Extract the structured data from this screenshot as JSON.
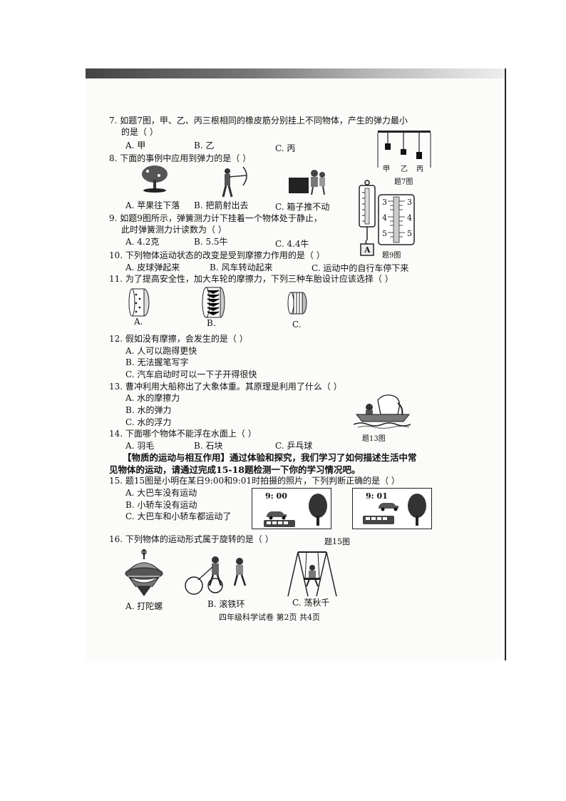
{
  "page": {
    "footer": "四年级科学试卷  第2页  共4页"
  },
  "q7": {
    "stem1": "7. 如题7图，甲、乙、丙三根相同的橡皮筋分别挂上不同物体，产生的弹力最小",
    "stem2": "的是（     ）",
    "a": "A. 甲",
    "b": "B. 乙",
    "c": "C. 丙",
    "fig_labels": [
      "甲",
      "乙",
      "丙"
    ],
    "caption": "题7图"
  },
  "q8": {
    "stem": "8. 下面的事例中应用到弹力的是（     ）",
    "a": "A. 苹果往下落",
    "b": "B. 把箭射出去",
    "c": "C. 箱子推不动"
  },
  "q9": {
    "stem1": "9. 如题9图所示，弹簧测力计下挂着一个物体处于静止，",
    "stem2": "此时弹簧测力计读数为（     ）",
    "a": "A. 4.2克",
    "b": "B. 5.5牛",
    "c": "C. 4.4牛",
    "weight_label": "A",
    "scale_numbers": [
      "3",
      "4",
      "5"
    ],
    "caption": "题9图"
  },
  "q10": {
    "stem": "10. 下列物体运动状态的改变是受到摩擦力作用的是（     ）",
    "a": "A. 皮球弹起来",
    "b": "B. 风车转动起来",
    "c": "C. 运动中的自行车停下来"
  },
  "q11": {
    "stem": "11. 为了提高安全性，加大车轮的摩擦力，下列三种车胎设计应该选择（     ）",
    "a": "A.",
    "b": "B.",
    "c": "C."
  },
  "q12": {
    "stem": "12. 假如没有摩擦，会发生的是（     ）",
    "a": "A. 人可以跑得更快",
    "b": "B. 无法握笔写字",
    "c": "C. 汽车启动时可以一下子开得很快"
  },
  "q13": {
    "stem": "13. 曹冲利用大船称出了大象体重。其原理是利用了什么（     ）",
    "a": "A. 水的摩擦力",
    "b": "B. 水的弹力",
    "c": "C. 水的浮力",
    "caption": "题13图"
  },
  "q14": {
    "stem": "14. 下面哪个物体不能浮在水面上（     ）",
    "a": "A. 羽毛",
    "b": "B. 石块",
    "c": "C. 乒乓球"
  },
  "section": {
    "line1": "【物质的运动与相互作用】通过体验和探究，我们学习了如何描述生活中常",
    "line2": "见物体的运动，请通过完成15-18题检测一下你的学习情况吧。"
  },
  "q15": {
    "stem": "15. 题15图是小明在某日9:00和9:01时拍摄的照片，下列判断正确的是（     ）",
    "a": "A. 大巴车没有运动",
    "b": "B. 小轿车没有运动",
    "c": "C. 大巴车和小轿车都运动了",
    "time1": "9: 00",
    "time2": "9: 01",
    "caption": "题15图"
  },
  "q16": {
    "stem": "16. 下列物体的运动形式属于旋转的是（     ）",
    "a": "A. 打陀螺",
    "b": "B. 滚铁环",
    "c": "C. 荡秋千"
  }
}
